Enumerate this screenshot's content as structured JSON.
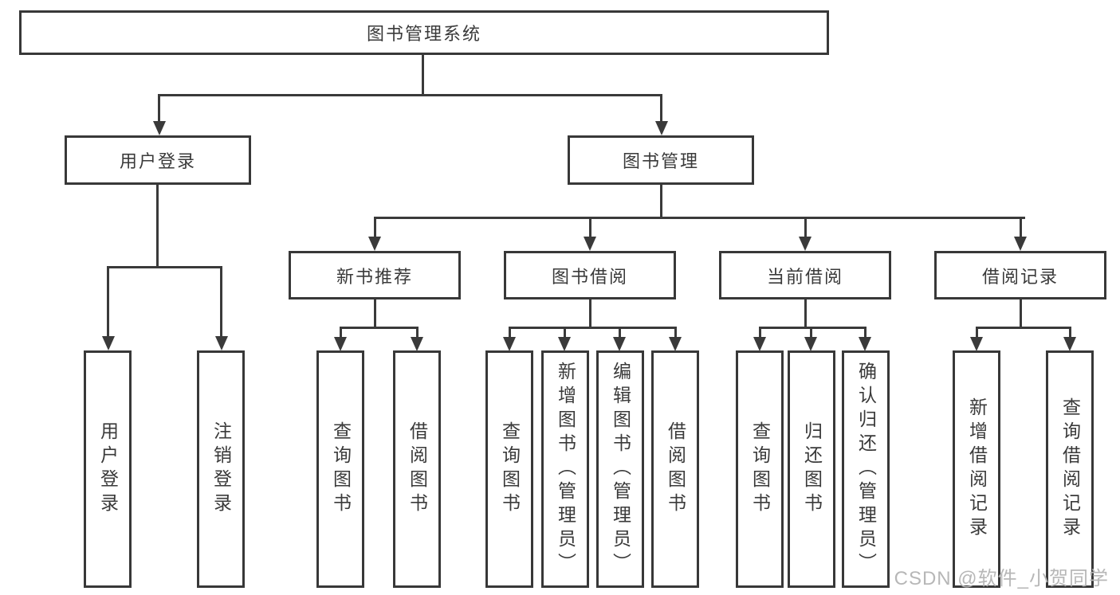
{
  "diagram": {
    "type": "hierarchy-tree",
    "orientation": "top-down",
    "colors": {
      "line": "#3a3a3a",
      "box_border": "#383838",
      "text": "#3a3a3a",
      "background": "#ffffff",
      "watermark": "#b7b7b7"
    },
    "tree": {
      "root": {
        "label": "图书管理系统"
      },
      "level2": [
        {
          "label": "用户登录"
        },
        {
          "label": "图书管理"
        }
      ],
      "level3": [
        {
          "label": "新书推荐",
          "parent": "图书管理"
        },
        {
          "label": "图书借阅",
          "parent": "图书管理"
        },
        {
          "label": "当前借阅",
          "parent": "图书管理"
        },
        {
          "label": "借阅记录",
          "parent": "图书管理"
        }
      ],
      "leaves": {
        "user_login": [
          "用户登录",
          "注销登录"
        ],
        "new_book_recommend": [
          "查询图书",
          "借阅图书"
        ],
        "book_borrow": [
          "查询图书",
          "新增图书（管理员）",
          "编辑图书（管理员）",
          "借阅图书"
        ],
        "current_borrow": [
          "查询图书",
          "归还图书",
          "确认归还（管理员）"
        ],
        "borrow_record": [
          "新增借阅记录",
          "查询借阅记录"
        ]
      }
    },
    "watermark": {
      "text": "CSDN @软件_小贺同学"
    }
  }
}
